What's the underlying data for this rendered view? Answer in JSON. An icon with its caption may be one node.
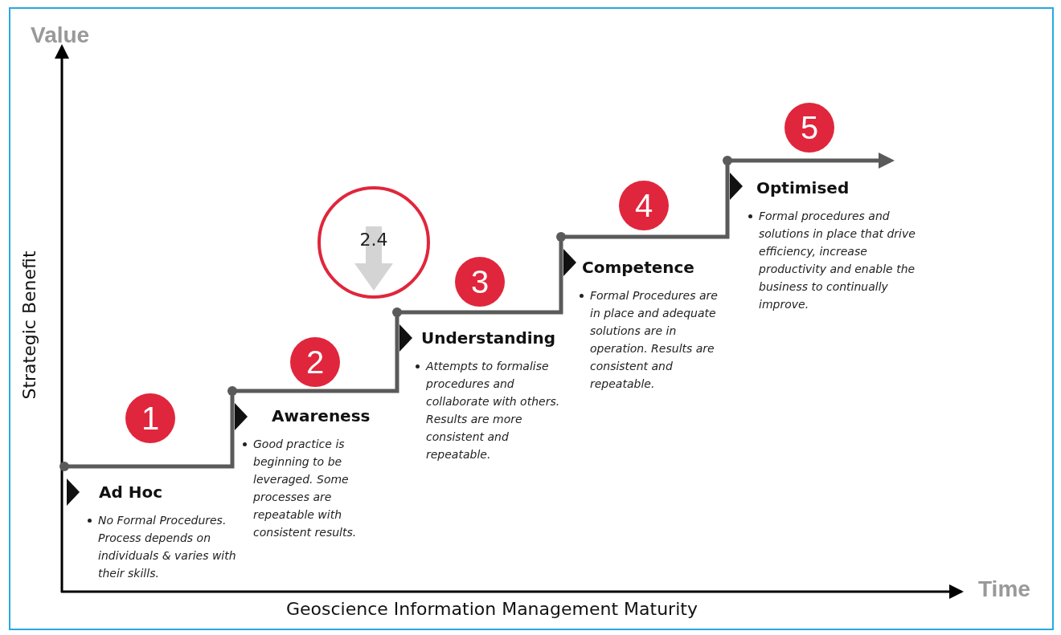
{
  "diagram": {
    "nodes": [
      {
        "text": [
          "1"
        ]
      },
      {
        "text": [
          "Ad Hoc",
          "No Formal Procedures. Process depends on individuals & varies with their skills."
        ]
      },
      {
        "text": [
          "2"
        ]
      },
      {
        "text": [
          "Awareness",
          "Good practice is beginning to be leveraged. Some processes are repeatable with consistent results."
        ]
      },
      {
        "text": [
          "2.4"
        ]
      },
      {
        "text": [
          "3"
        ]
      },
      {
        "text": [
          "Understanding",
          "Attempts to formalise procedures and collaborate with others. Results are more consistent and repeatable."
        ]
      },
      {
        "text": [
          "4"
        ]
      },
      {
        "text": [
          "Competence",
          "Formal Procedures are in place and adequate solutions are in operation. Results are consistent and repeatable."
        ]
      },
      {
        "text": [
          "5"
        ]
      },
      {
        "text": [
          "Optimised",
          "Formal procedures and solutions in place that drive efficiency, increase productivity and enable the business to continually improve."
        ]
      }
    ],
    "edges": [
      {
        "from": 1,
        "to": 3,
        "arrow": "other"
      },
      {
        "from": 3,
        "to": 6,
        "arrow": "other"
      },
      {
        "from": 6,
        "to": 8,
        "arrow": "other"
      },
      {
        "from": 8,
        "to": 10,
        "arrow": "other"
      },
      {
        "from": 10,
        "to": null,
        "arrow": "to"
      }
    ],
    "labels": [
      "Value",
      "Strategic Benefit",
      "Time",
      "Geoscience Information Management Maturity"
    ]
  }
}
